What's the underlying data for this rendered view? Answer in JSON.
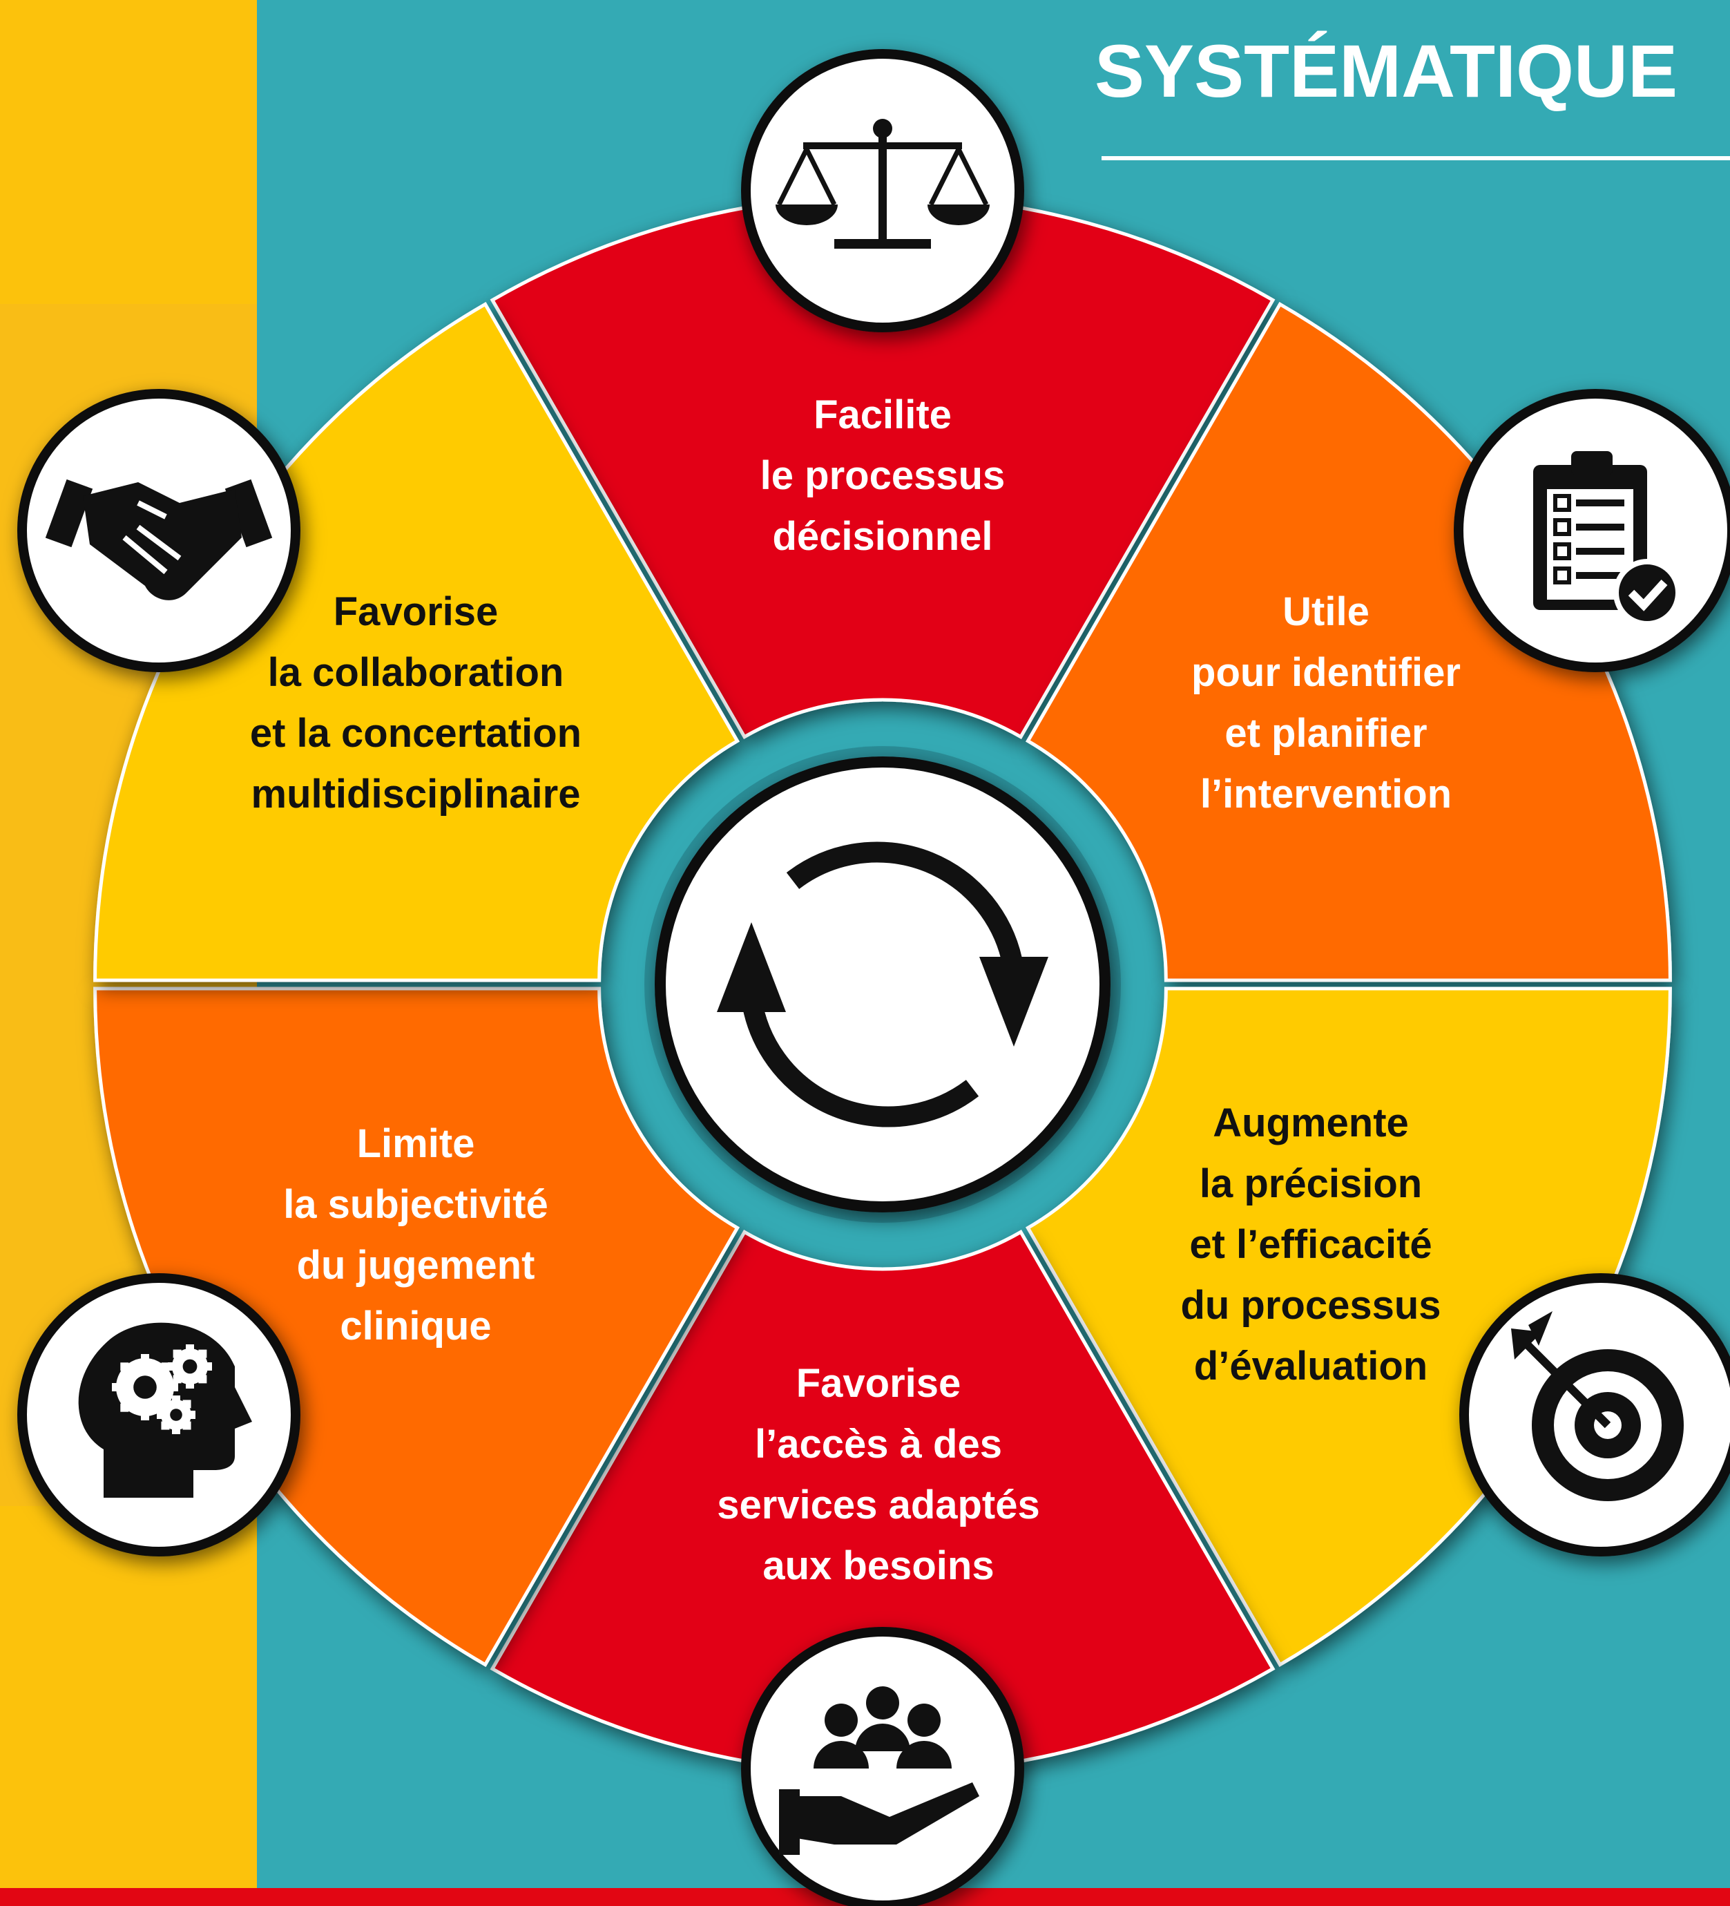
{
  "header": {
    "title_fragment": "SYSTÉMATIQUE"
  },
  "colors": {
    "teal": "#34aab4",
    "left_band": "#fcc20c",
    "red": "#e20613",
    "orange": "#ff6a00",
    "yellow": "#ffcb00",
    "bottom_bar": "#e20613",
    "icon_ink": "#111111"
  },
  "wheel": {
    "center_icon": "refresh-cycle-icon",
    "segments": [
      {
        "id": "top",
        "color": "red",
        "text_color": "#ffffff",
        "icon": "balance-scale-icon",
        "lines": [
          "Facilite",
          "le processus",
          "décisionnel"
        ]
      },
      {
        "id": "upper-right",
        "color": "orange",
        "text_color": "#ffffff",
        "icon": "clipboard-checklist-icon",
        "lines": [
          "Utile",
          "pour identifier",
          "et planifier",
          "l’intervention"
        ]
      },
      {
        "id": "lower-right",
        "color": "yellow",
        "text_color": "#111111",
        "icon": "target-arrow-icon",
        "lines": [
          "Augmente",
          "la précision",
          "et l’efficacité",
          "du processus",
          "d’évaluation"
        ]
      },
      {
        "id": "bottom",
        "color": "red",
        "text_color": "#ffffff",
        "icon": "people-hand-icon",
        "lines": [
          "Favorise",
          "l’accès à des",
          "services adaptés",
          "aux besoins"
        ]
      },
      {
        "id": "lower-left",
        "color": "orange",
        "text_color": "#ffffff",
        "icon": "head-gears-icon",
        "lines": [
          "Limite",
          "la subjectivité",
          "du jugement",
          "clinique"
        ]
      },
      {
        "id": "upper-left",
        "color": "yellow",
        "text_color": "#111111",
        "icon": "handshake-icon",
        "lines": [
          "Favorise",
          "la collaboration",
          "et la concertation",
          "multidisciplinaire"
        ]
      }
    ]
  }
}
